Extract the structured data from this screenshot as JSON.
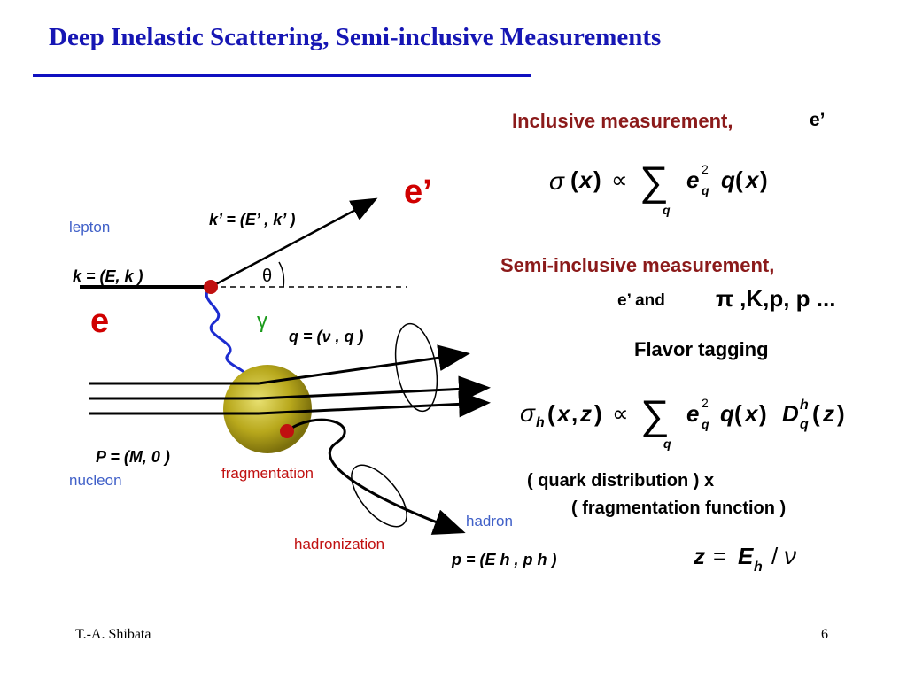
{
  "slide": {
    "title": "Deep Inelastic Scattering,  Semi-inclusive Measurements",
    "footer_author": "T.-A. Shibata",
    "page_number": "6"
  },
  "right_panel": {
    "inclusive_label": "Inclusive measurement,",
    "inclusive_particle": "e’",
    "semi_inclusive_label": "Semi-inclusive measurement,",
    "e_and": "e’ and",
    "hadron_list": "π ,K,p, p ...",
    "flavor_tagging": "Flavor tagging",
    "quark_distribution": "( quark distribution ) x",
    "fragmentation_function": "( fragmentation function )"
  },
  "formulas": {
    "inclusive": "σ(x) ∝ Σq eq² q(x)",
    "semi_inclusive": "σh(x,z) ∝ Σq eq² q(x) Dq^h(z)",
    "z_definition": "z = Eh / ν"
  },
  "diagram": {
    "e_prime_label": "e’",
    "e_label": "e",
    "lepton": "lepton",
    "k_prime": "k’ = (E’ , k’ )",
    "k": "k = (E, k )",
    "theta": "θ",
    "gamma": "γ",
    "q": "q = (ν , q )",
    "P": "P = (M, 0 )",
    "nucleon": "nucleon",
    "fragmentation": "fragmentation",
    "hadronization": "hadronization",
    "hadron": "hadron",
    "p": "p = (E h , p h )"
  }
}
